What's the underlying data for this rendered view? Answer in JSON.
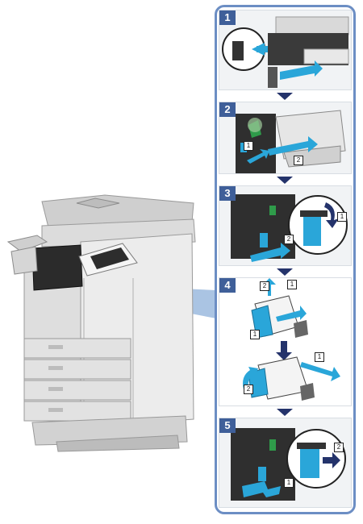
{
  "steps": [
    {
      "number": "1",
      "callouts": []
    },
    {
      "number": "2",
      "callouts": [
        "1",
        "2"
      ]
    },
    {
      "number": "3",
      "callouts": [
        "1",
        "2"
      ]
    },
    {
      "number": "4",
      "callouts": [
        "2",
        "1",
        "1",
        "1",
        "2"
      ]
    },
    {
      "number": "5",
      "callouts": [
        "2",
        "1"
      ]
    }
  ],
  "colors": {
    "frame": "#6c8ec4",
    "step_badge": "#3f5f99",
    "arrow": "#24336b",
    "accent_blue": "#2aa6d9",
    "green": "#2f9b4a",
    "machine_body": "#e8e8e8",
    "machine_dark": "#2b2b2b"
  },
  "icons": {
    "flow": "down-triangle-arrow",
    "action": "blue-arrow"
  }
}
